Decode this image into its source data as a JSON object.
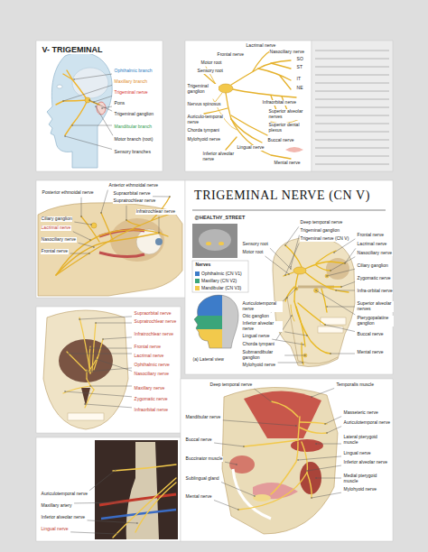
{
  "diagram": {
    "title": "TRIGEMINAL NERVE (CN V)",
    "labels": [
      "V- TRIGEMINAL",
      "Ophthalmic branch",
      "Maxillary branch",
      "Trigeminal nerve",
      "Pons",
      "Trigeminal ganglion",
      "Mandibular branch",
      "Motor branch (root)",
      "Sensory branches",
      "Lacrimal nerve",
      "Nasociliary nerve",
      "Frontal nerve",
      "Motor root",
      "Sensory root",
      "SO",
      "ST",
      "IT",
      "NE",
      "Infraorbital nerve",
      "Trigeminal ganglion",
      "Nervus spinosus",
      "Superior alveolar nerves",
      "Superior dental plexus",
      "Auriculo-temporal nerve",
      "Buccal nerve",
      "Chorda tympani",
      "Lingual nerve",
      "Mylohyoid nerve",
      "Inferior alveolar nerve",
      "Mental nerve",
      "Anterior ethmoidal nerve",
      "Posterior ethmoidal nerve",
      "Supraorbital nerve",
      "Supratrochlear nerve",
      "Infratrochlear nerve",
      "Ciliary ganglion",
      "Lacrimal nerve",
      "Nasociliary nerve",
      "Frontal nerve",
      "@HEALTHY_STREET",
      "Nerves",
      "(a) Lateral view",
      "Deep temporal nerve",
      "Trigeminal ganglion",
      "Trigeminal nerve (CN V)",
      "Sensory root",
      "Motor root",
      "Frontal nerve",
      "Lacrimal nerve",
      "Nasociliary nerve",
      "Ciliary ganglion",
      "Zygomatic nerve",
      "Infra-orbital nerve",
      "Superior alveolar nerves",
      "Pterygopalatine ganglion",
      "Buccal nerve",
      "Mental nerve",
      "Auriculotemporal nerve",
      "Otic ganglion",
      "Inferior alveolar nerve",
      "Lingual nerve",
      "Chorda tympani",
      "Submandibular ganglion",
      "Mylohyoid nerve",
      "Supraorbital nerve",
      "Supratrochlear nerve",
      "Infratrochlear nerve",
      "Frontal nerve",
      "Lacrimal nerve",
      "Ophthalmic nerve",
      "Nasociliary nerve",
      "Maxillary nerve",
      "Zygomatic nerve",
      "Infraorbital nerve",
      "Auriculotemporal nerve",
      "Maxillary artery",
      "Inferior alveolar nerve",
      "Lingual nerve",
      "Deep temporal nerve",
      "Temporalis muscle",
      "Masseteric nerve",
      "Auriculotemporal nerve",
      "Lateral pterygoid muscle",
      "Lingual nerve",
      "Inferior alveolar nerve",
      "Medial pterygoid muscle",
      "Mylohyoid nerve",
      "Mandibular nerve",
      "Buccal nerve",
      "Buccinator muscle",
      "Sublingual gland",
      "Mental nerve"
    ],
    "legend": [
      {
        "text": "Ophthalmic (CN V1)",
        "color": "#3d7cc9"
      },
      {
        "text": "Maxillary (CN V2)",
        "color": "#3aa57a"
      },
      {
        "text": "Mandibular (CN V3)",
        "color": "#f2c94c"
      }
    ]
  }
}
